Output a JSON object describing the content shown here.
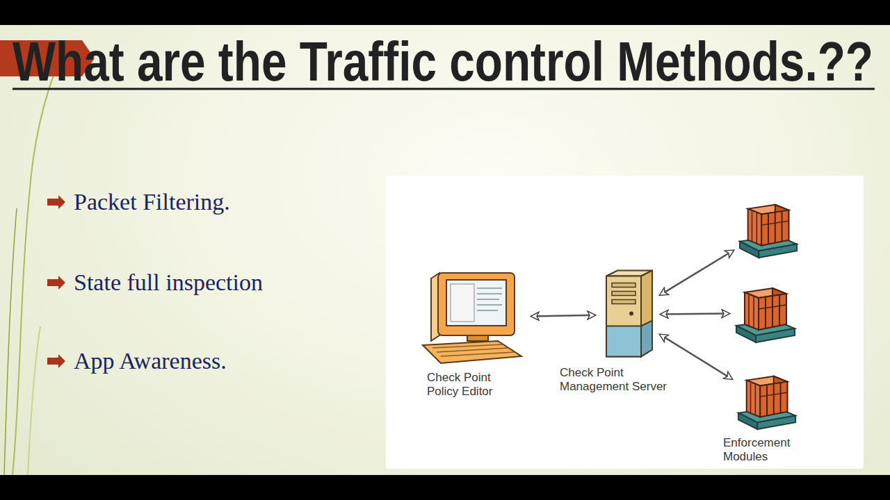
{
  "diagram": {
    "title": "What are the Traffic control Methods.??",
    "nodes": [
      {
        "text": [
          "Check Point Policy Editor"
        ]
      },
      {
        "text": [
          "Check Point Management Server"
        ]
      },
      {
        "text": []
      },
      {
        "text": []
      },
      {
        "text": [
          "Enforcement Modules"
        ]
      }
    ],
    "edges": [
      {
        "from": 0,
        "to": 1,
        "arrow": "both"
      },
      {
        "from": 1,
        "to": 2,
        "arrow": "both"
      },
      {
        "from": 1,
        "to": 3,
        "arrow": "both"
      },
      {
        "from": 1,
        "to": 4,
        "arrow": "both"
      }
    ],
    "labels": [
      "Packet Filtering.",
      "State full inspection",
      "App Awareness."
    ]
  }
}
